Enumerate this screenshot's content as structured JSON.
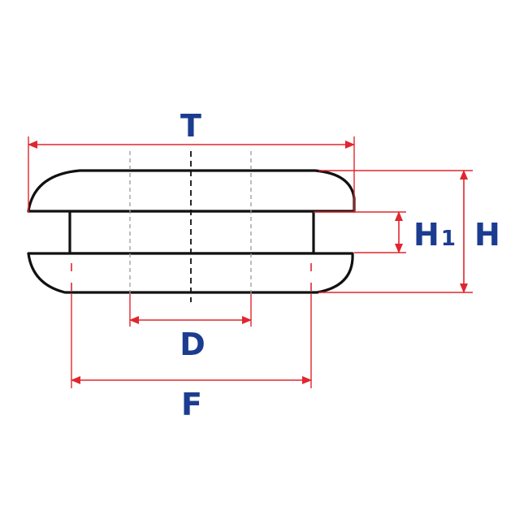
{
  "dimensions": {
    "T": {
      "label": "T"
    },
    "D": {
      "label": "D"
    },
    "F": {
      "label": "F"
    },
    "H1": {
      "label": "H",
      "subscript": "1"
    },
    "H": {
      "label": "H"
    }
  },
  "colors": {
    "dimension_lines": "#e0262e",
    "labels": "#1b3c8f",
    "outline": "#111111",
    "hidden_lines": "#9a9a9a"
  }
}
